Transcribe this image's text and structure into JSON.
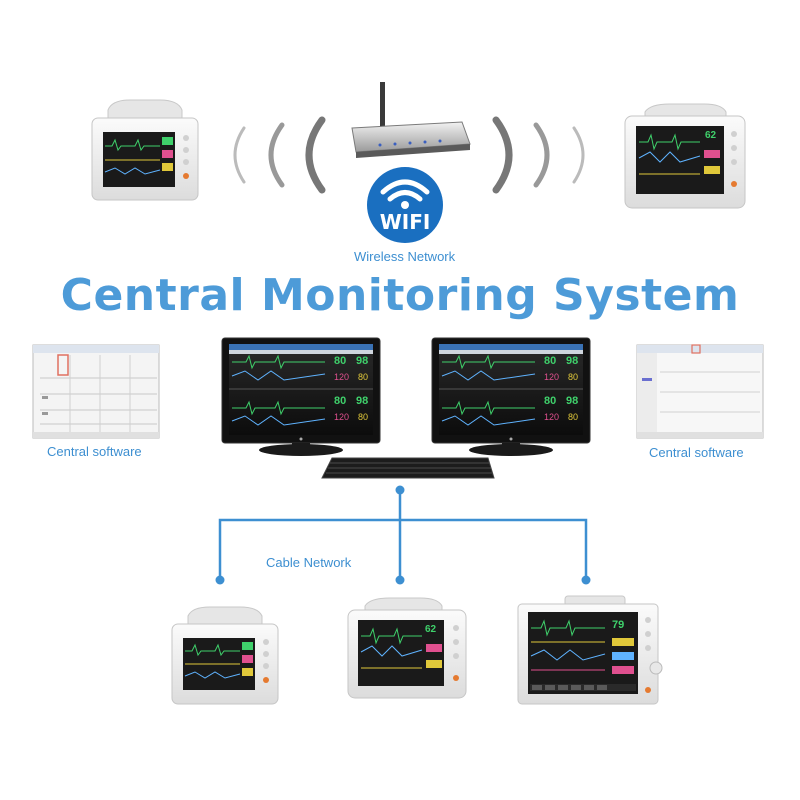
{
  "title": "Central Monitoring System",
  "wifi_badge": "WIFI",
  "wireless_label": "Wireless Network",
  "central_software_left": "Central software",
  "central_software_right": "Central software",
  "cable_label": "Cable Network",
  "monitor_readouts": {
    "hr": "80",
    "spo2": "98",
    "nibp": "120",
    "nibp_dia": "80",
    "top_right_hr": "62",
    "bottom_right_hr": "79"
  },
  "colors": {
    "accent": "#4d9bd8",
    "network_line": "#3d8fd1",
    "wifi_badge": "#1a6fc0",
    "monitor_screen": "#1c1c1c"
  },
  "icons": [
    "wifi-router-icon",
    "wifi-badge-icon",
    "patient-monitor-icon",
    "desktop-monitor-icon",
    "keyboard-icon"
  ]
}
